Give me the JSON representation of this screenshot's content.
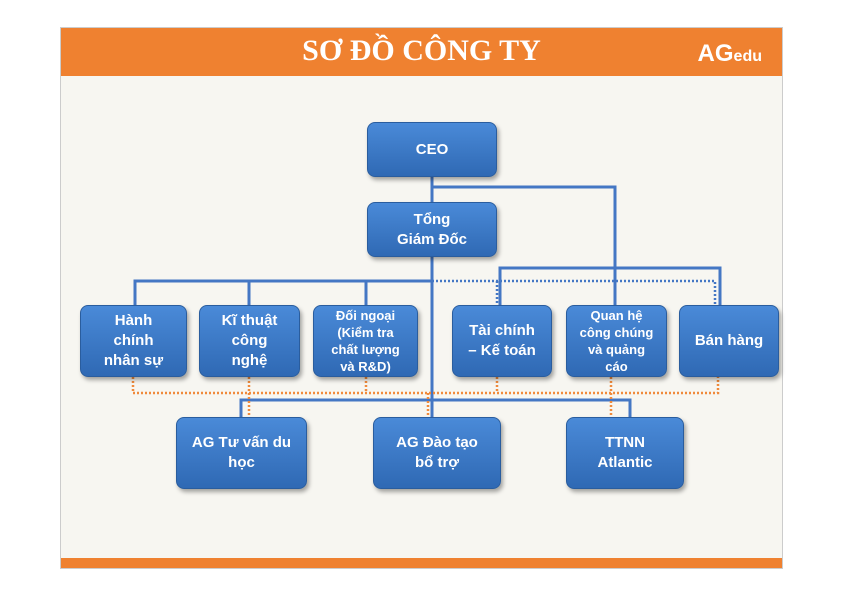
{
  "title": "SƠ ĐỒ CÔNG TY",
  "logo": "AGedu",
  "nodes": {
    "ceo": "CEO",
    "tgd": "Tổng\nGiám Đốc",
    "hcns": "Hành\nchính\nnhân sự",
    "ktcn": "Kĩ thuật\ncông\nnghệ",
    "dn": "Đối ngoại\n(Kiểm tra\nchất lượng\nvà R&D)",
    "tckt": "Tài chính\n– Kế toán",
    "qh": "Quan hệ\ncông chúng\nvà quảng\ncáo",
    "bh": "Bán hàng",
    "tv": "AG Tư vấn du\nhọc",
    "dt": "AG Đào tạo\nbổ trợ",
    "ttnn": "TTNN\nAtlantic"
  },
  "colors": {
    "header": "#ef8130",
    "box": "#3b78c6",
    "line": "#4477c4",
    "dotted": "#f08a3c"
  }
}
